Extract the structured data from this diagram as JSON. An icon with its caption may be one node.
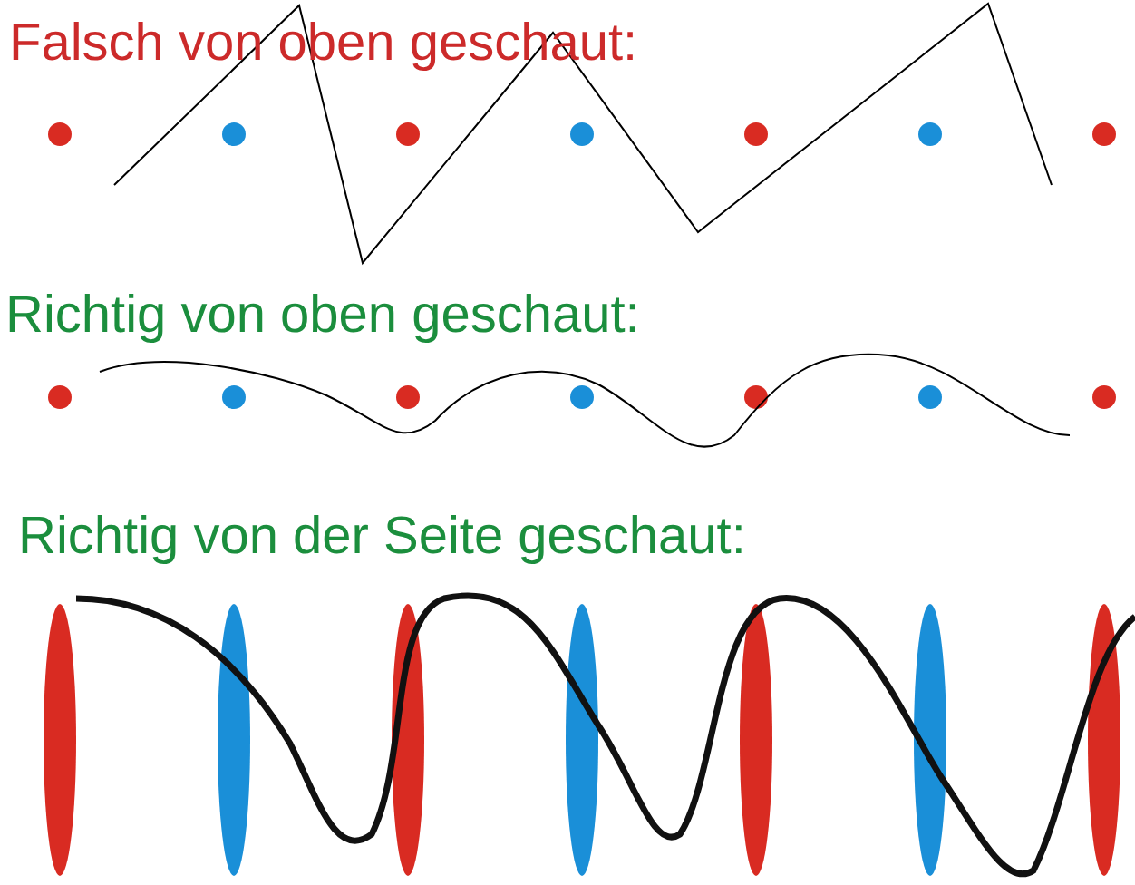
{
  "diagram": {
    "labels": [
      "Falsch von oben geschaut:",
      "Richtig von oben geschaut:",
      "Richtig von der Seite geschaut:"
    ]
  }
}
